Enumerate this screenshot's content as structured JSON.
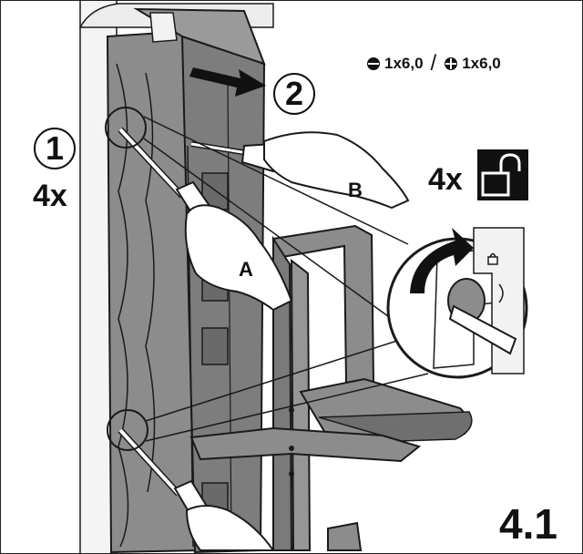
{
  "step_number": "4.1",
  "steps": {
    "step1": {
      "number": "1",
      "count": "4x"
    },
    "step2": {
      "number": "2"
    }
  },
  "unlock": {
    "count": "4x",
    "icon": "unlocked-padlock-icon"
  },
  "screwdrivers": {
    "flat": {
      "icon": "flat-screwdriver-icon",
      "size": "1x6,0"
    },
    "separator": "/",
    "cross": {
      "icon": "cross-screwdriver-icon",
      "size": "1x6,0"
    }
  },
  "hands": {
    "a": "A",
    "b": "B"
  },
  "colors": {
    "frame_gray": "#8c8c8c",
    "frame_dark": "#5a5a5a",
    "outline": "#1a1a1a",
    "background": "#ffffff"
  }
}
